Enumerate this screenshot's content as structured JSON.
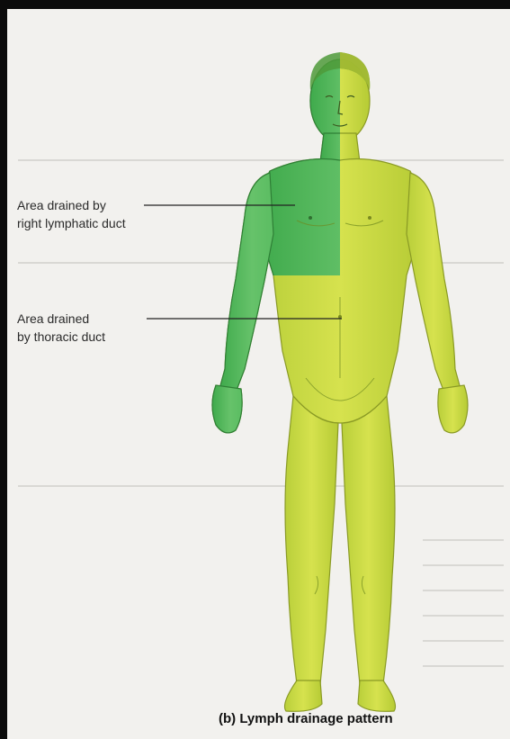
{
  "labels": {
    "right_duct_line1": "Area drained by",
    "right_duct_line2": "right lymphatic duct",
    "thoracic_line1": "Area drained",
    "thoracic_line2": "by thoracic duct"
  },
  "caption": "(b) Lymph drainage pattern",
  "colors": {
    "right_lymphatic_region": "#5fbf63",
    "thoracic_region": "#cddc45",
    "background": "#f2f1ee"
  }
}
